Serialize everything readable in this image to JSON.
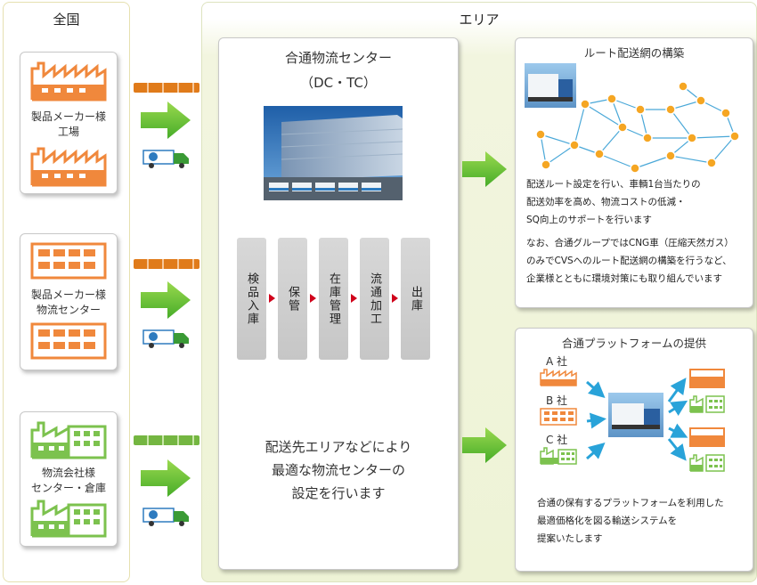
{
  "nationwide": {
    "title": "全国",
    "sources": [
      {
        "label_lines": [
          "製品メーカー様",
          "工場"
        ],
        "color": "#f0883c"
      },
      {
        "label_lines": [
          "製品メーカー様",
          "物流センター"
        ],
        "color": "#f0883c"
      },
      {
        "label_lines": [
          "物流会社様",
          "センター・倉庫"
        ],
        "color": "#7cc24e"
      }
    ]
  },
  "area": {
    "title": "エリア",
    "center": {
      "title_lines": [
        "合通物流センター",
        "（DC・TC）"
      ],
      "steps": [
        "検品入庫",
        "保管",
        "在庫管理",
        "流通加工",
        "出庫"
      ],
      "message_lines": [
        "配送先エリアなどにより",
        "最適な物流センターの",
        "設定を行います"
      ]
    },
    "route": {
      "title": "ルート配送網の構築",
      "text_lines": [
        "配送ルート設定を行い、車輌1台当たりの",
        "配送効率を高め、物流コストの低減・",
        "SQ向上のサポートを行います"
      ],
      "note_lines": [
        "なお、合通グループではCNG車（圧縮天然ガス）",
        "のみでCVSへのルート配送網の構築を行うなど、",
        "企業様とともに環境対策にも取り組んでいます"
      ]
    },
    "platform": {
      "title": "合通プラットフォームの提供",
      "companies": [
        "A 社",
        "B 社",
        "C 社"
      ],
      "text_lines": [
        "合通の保有するプラットフォームを利用した",
        "最適価格化を図る輸送システムを",
        "提案いたします"
      ]
    }
  },
  "colors": {
    "orange": "#f0883c",
    "green": "#7cc24e",
    "arrow_green": "#5bb82e",
    "step_arrow": "#d0021b",
    "node": "#f5a623",
    "link": "#4aa8d8"
  }
}
